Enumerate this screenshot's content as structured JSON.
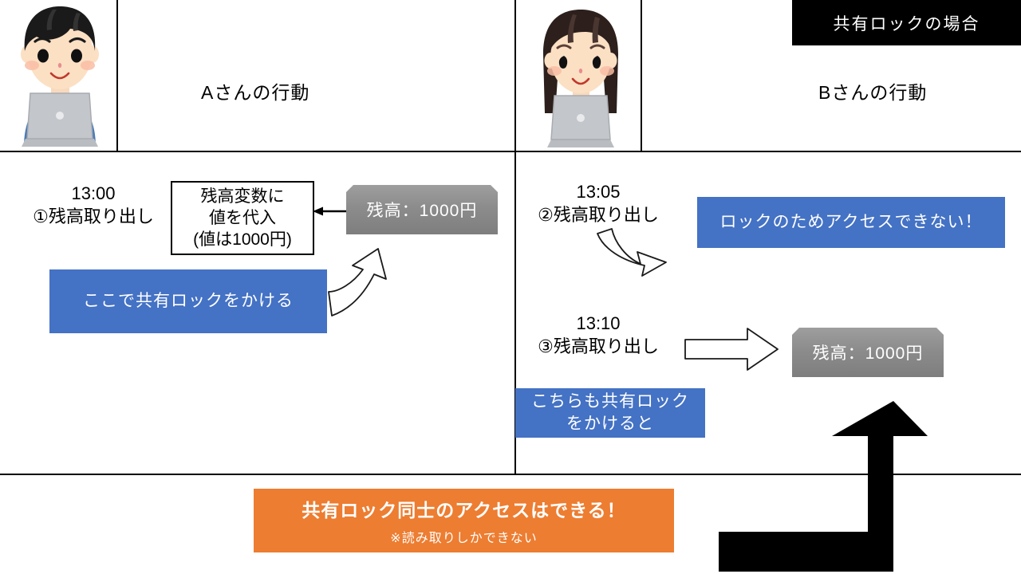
{
  "slide": {
    "title_chip": "共有ロックの場合",
    "background": "#ffffff",
    "accent_blue": "#4472C4",
    "accent_orange": "#ED7D31",
    "gray": "#8C8C8C",
    "black": "#000000"
  },
  "header": {
    "left_person_label": "Aさんの行動",
    "right_person_label": "Bさんの行動",
    "left_avatar_alt": "man-with-laptop-avatar",
    "right_avatar_alt": "woman-with-laptop-avatar"
  },
  "left_panel": {
    "step1": {
      "time": "13:00",
      "action": "①残高取り出し"
    },
    "assign_box": {
      "line1": "残高変数に",
      "line2": "値を代入",
      "line3": "(値は1000円)"
    },
    "balance_plaque": "残高：1000円",
    "lock_note": "ここで共有ロックをかける"
  },
  "right_panel": {
    "step2": {
      "time": "13:05",
      "action": "②残高取り出し"
    },
    "denied_note": "ロックのためアクセスできない！",
    "step3": {
      "time": "13:10",
      "action": "③残高取り出し"
    },
    "lock_note_line1": "こちらも共有ロック",
    "lock_note_line2": "をかけると",
    "balance_plaque": "残高：1000円"
  },
  "footer": {
    "main": "共有ロック同士のアクセスはできる！",
    "sub": "※読み取りしかできない"
  }
}
